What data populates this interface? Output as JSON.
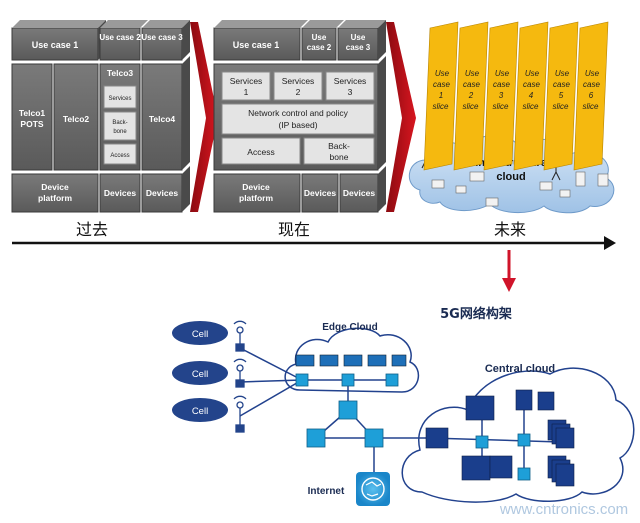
{
  "past": {
    "use_case_1": "Use case 1",
    "use_case_2": "Use case 2",
    "use_case_2_b": "case 2",
    "use_case_3": "Use case 3",
    "use_case_3_b": "case 3",
    "telco1": "Telco1",
    "telco1_pots": "POTS",
    "telco2": "Telco2",
    "telco3": "Telco3",
    "telco3_services": "Services",
    "telco3_back": "Back-",
    "telco3_bone": "bone",
    "telco3_access": "Access",
    "telco4": "Telco4",
    "device": "Device",
    "platform": "platform",
    "devices_a": "Devices",
    "devices_b": "Devices"
  },
  "present": {
    "use_case_1": "Use case 1",
    "use": "Use",
    "case2": "case 2",
    "case3": "case 3",
    "services": "Services",
    "s1": "1",
    "s2": "2",
    "s3": "3",
    "network_line1": "Network control and policy",
    "network_line2": "(IP based)",
    "access": "Access",
    "back": "Back-",
    "bone": "bone",
    "device": "Device",
    "platform": "platform",
    "devices_a": "Devices",
    "devices_b": "Devices"
  },
  "future": {
    "slices": [
      [
        "Use",
        "case",
        "1",
        "slice"
      ],
      [
        "Use",
        "case",
        "2",
        "slice"
      ],
      [
        "Use",
        "case",
        "3",
        "slice"
      ],
      [
        "Use",
        "case",
        "4",
        "slice"
      ],
      [
        "Use",
        "case",
        "5",
        "slice"
      ],
      [
        "Use",
        "case",
        "6",
        "slice"
      ]
    ],
    "infra_line1": "Infrastructure",
    "infra_line2": "cloud"
  },
  "timeline": {
    "past": "过去",
    "present": "现在",
    "future": "未来"
  },
  "arch_title": "5G网络构架",
  "network": {
    "cell_1": "Cell",
    "cell_2": "Cell",
    "cell_3": "Cell",
    "edge_cloud": "Edge Cloud",
    "central_cloud": "Central cloud",
    "internet": "Internet"
  },
  "watermark": "www.cntronics.com",
  "colors": {
    "block_gray": "#6a6a6a",
    "arrow_red": "#b00e16",
    "slice_yellow": "#f5b90f",
    "cloud_blue": "#22428e",
    "cyan": "#1e9fd8",
    "navy_oval": "#23448b"
  }
}
